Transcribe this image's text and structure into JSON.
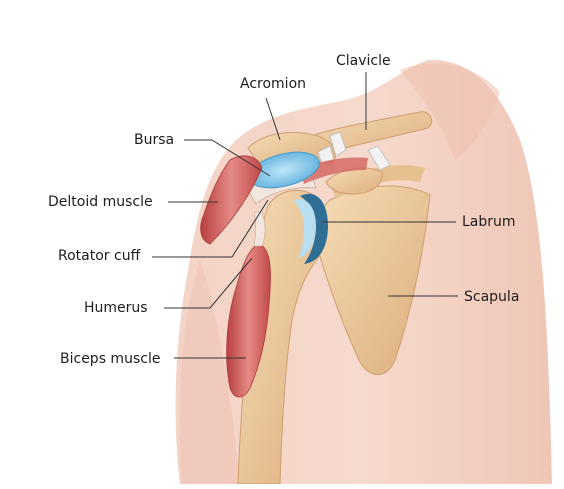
{
  "labels": {
    "clavicle": "Clavicle",
    "acromion": "Acromion",
    "bursa": "Bursa",
    "deltoid": "Deltoid muscle",
    "rotator_cuff": "Rotator cuff",
    "humerus": "Humerus",
    "biceps": "Biceps muscle",
    "labrum": "Labrum",
    "scapula": "Scapula"
  },
  "colors": {
    "skin": "#f2cdbf",
    "skin_shade": "#e9b6a6",
    "bone": "#f0d2a6",
    "bone_shade": "#d9ac7a",
    "muscle": "#c9504f",
    "muscle_light": "#e58a85",
    "bursa": "#78c2e6",
    "labrum": "#2f6f95",
    "cartilage": "#b8def0",
    "line": "#333333"
  }
}
